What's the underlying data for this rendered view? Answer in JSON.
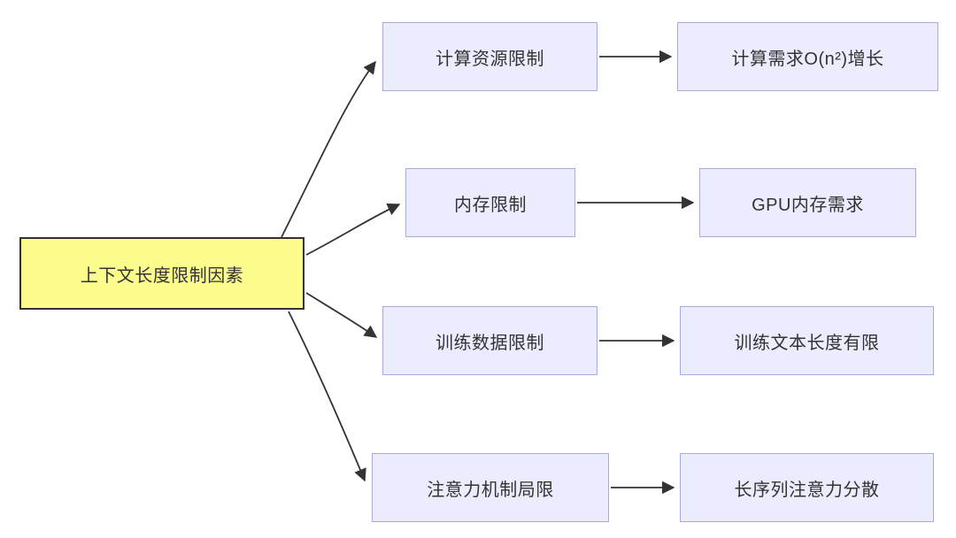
{
  "diagram": {
    "type": "flowchart-lr",
    "root": {
      "label": "上下文长度限制因素"
    },
    "rows": [
      {
        "mid": "计算资源限制",
        "right": "计算需求O(n²)增长"
      },
      {
        "mid": "内存限制",
        "right": "GPU内存需求"
      },
      {
        "mid": "训练数据限制",
        "right": "训练文本长度有限"
      },
      {
        "mid": "注意力机制局限",
        "right": "长序列注意力分散"
      }
    ],
    "colors": {
      "root_fill": "#fdfd8d",
      "root_border": "#333333",
      "node_fill": "#ECECFF",
      "node_border": "#aaaadd",
      "edge": "#333333",
      "text": "#333333"
    }
  }
}
